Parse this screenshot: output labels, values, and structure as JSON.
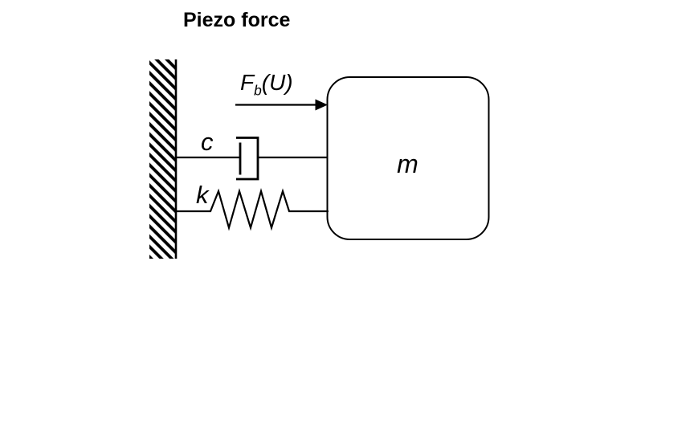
{
  "title": "Piezo force",
  "labels": {
    "force": {
      "base": "F",
      "sub": "b",
      "arg": "(U)"
    },
    "damper": "c",
    "spring": "k",
    "mass": "m"
  },
  "colors": {
    "ink": "#000000",
    "background": "#ffffff"
  }
}
